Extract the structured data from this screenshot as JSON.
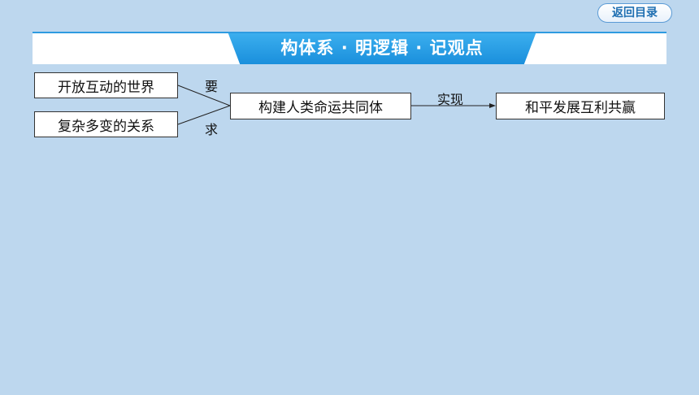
{
  "nav": {
    "return_label": "返回目录"
  },
  "banner": {
    "title": "构体系 · 明逻辑 · 记观点"
  },
  "diagram": {
    "inputs": [
      "开放互动的世界",
      "复杂多变的关系"
    ],
    "requirement_labels": [
      "要",
      "求"
    ],
    "center": "构建人类命运共同体",
    "arrow_label": "实现",
    "result": "和平发展互利共赢"
  },
  "colors": {
    "background": "#bdd7ee",
    "banner_accent": "#1a8fdc",
    "box_border": "#333333"
  }
}
